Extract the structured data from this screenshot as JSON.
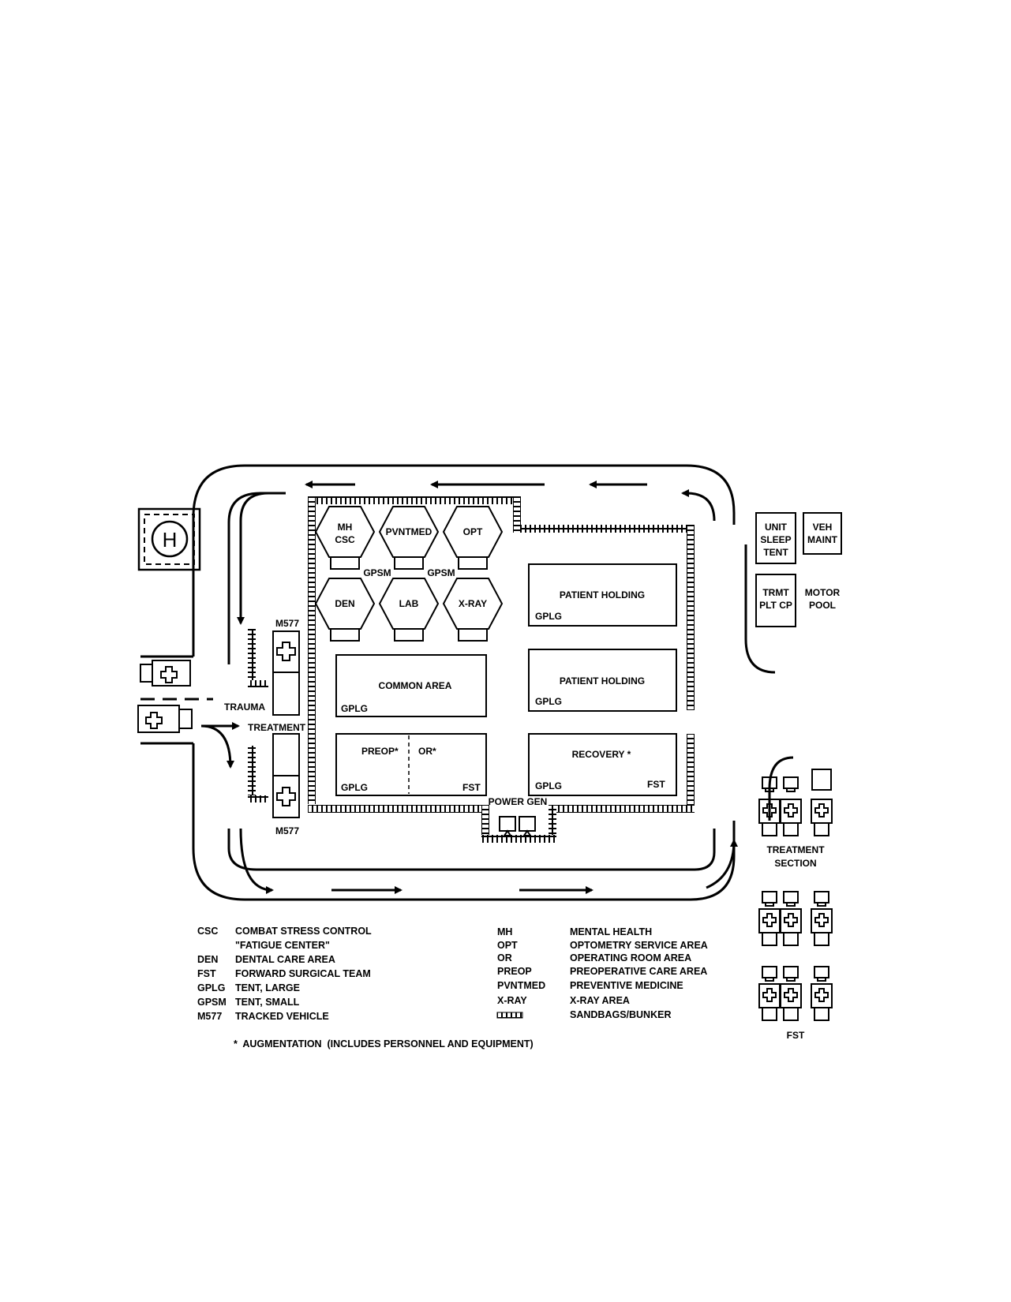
{
  "tents": {
    "mh_line1": "MH",
    "mh_line2": "CSC",
    "pvntmed": "PVNTMED",
    "opt": "OPT",
    "den": "DEN",
    "lab": "LAB",
    "xray": "X-RAY",
    "gpsm_left": "GPSM",
    "gpsm_right": "GPSM",
    "common_area": "COMMON AREA",
    "common_gplg": "GPLG",
    "preop": "PREOP*",
    "or": "OR*",
    "preop_gplg": "GPLG",
    "preop_fst": "FST",
    "patient_holding_1": "PATIENT HOLDING",
    "patient_holding_1_gplg": "GPLG",
    "patient_holding_2": "PATIENT HOLDING",
    "patient_holding_2_gplg": "GPLG",
    "recovery": "RECOVERY *",
    "recovery_gplg": "GPLG",
    "recovery_fst": "FST"
  },
  "site": {
    "helipad": "H",
    "m577_top": "M577",
    "m577_bottom": "M577",
    "trauma": "TRAUMA",
    "treatment": "TREATMENT",
    "power_gen": "POWER GEN",
    "unit_sleep_line1": "UNIT",
    "unit_sleep_line2": "SLEEP",
    "unit_sleep_line3": "TENT",
    "veh_maint_line1": "VEH",
    "veh_maint_line2": "MAINT",
    "trmt_line1": "TRMT",
    "trmt_line2": "PLT CP",
    "motor_pool_line1": "MOTOR",
    "motor_pool_line2": "POOL",
    "treatment_section_line1": "TREATMENT",
    "treatment_section_line2": "SECTION",
    "fst": "FST"
  },
  "legend_left": [
    {
      "abbr": "CSC",
      "desc": "COMBAT STRESS CONTROL"
    },
    {
      "abbr": "",
      "desc": "\"FATIGUE CENTER\""
    },
    {
      "abbr": "DEN",
      "desc": "DENTAL CARE AREA"
    },
    {
      "abbr": "FST",
      "desc": "FORWARD SURGICAL TEAM"
    },
    {
      "abbr": "GPLG",
      "desc": "TENT, LARGE"
    },
    {
      "abbr": "GPSM",
      "desc": "TENT, SMALL"
    },
    {
      "abbr": "M577",
      "desc": "TRACKED VEHICLE"
    }
  ],
  "legend_right": [
    {
      "abbr": "MH",
      "desc": "MENTAL HEALTH"
    },
    {
      "abbr": "OPT",
      "desc": "OPTOMETRY SERVICE AREA"
    },
    {
      "abbr": "OR",
      "desc": "OPERATING ROOM AREA"
    },
    {
      "abbr": "PREOP",
      "desc": "PREOPERATIVE CARE AREA"
    },
    {
      "abbr": "PVNTMED",
      "desc": "PREVENTIVE MEDICINE"
    },
    {
      "abbr": "X-RAY",
      "desc": "X-RAY AREA"
    },
    {
      "abbr": "",
      "desc": "SANDBAGS/BUNKER"
    }
  ],
  "augmentation_note": "*  AUGMENTATION  (INCLUDES PERSONNEL AND EQUIPMENT)"
}
